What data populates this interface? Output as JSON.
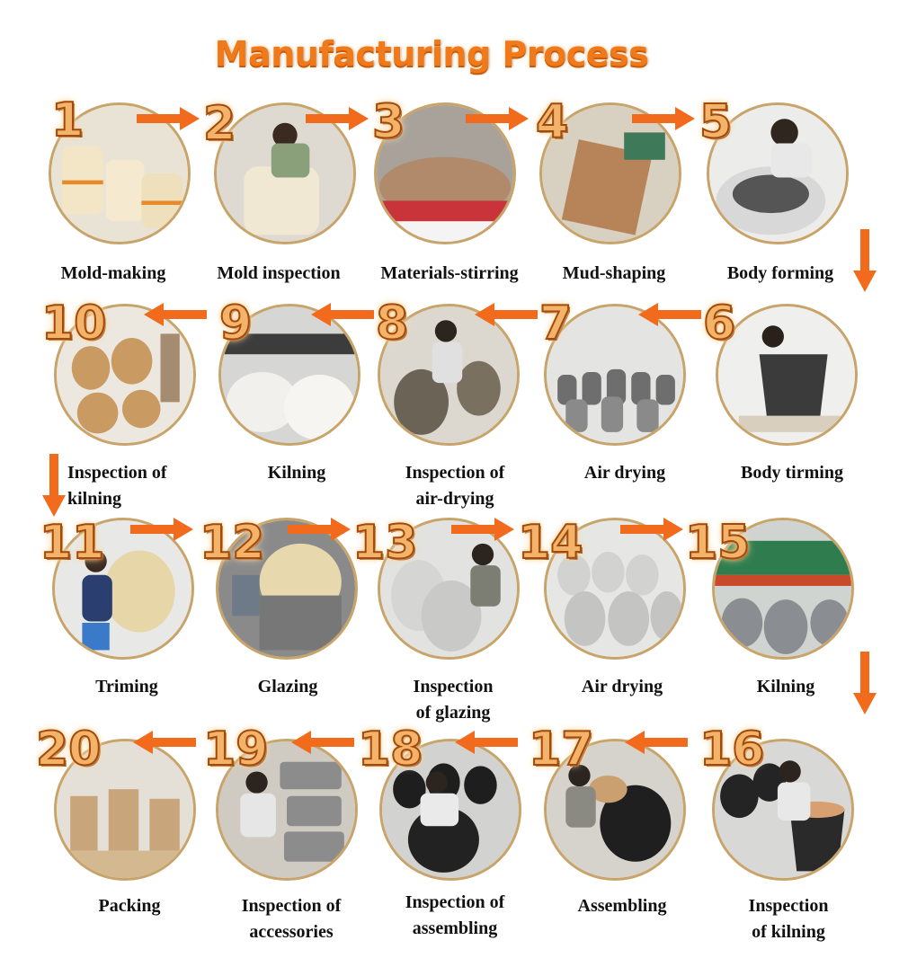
{
  "title": "Manufacturing Process",
  "colors": {
    "accent": "#f07a1a",
    "arrow": "#f26a1b",
    "ring": "#c8a46a"
  },
  "steps": [
    {
      "num": "1",
      "lines": [
        "Mold-making"
      ]
    },
    {
      "num": "2",
      "lines": [
        "Mold inspection"
      ]
    },
    {
      "num": "3",
      "lines": [
        "Materials-stirring"
      ]
    },
    {
      "num": "4",
      "lines": [
        "Mud-shaping"
      ]
    },
    {
      "num": "5",
      "lines": [
        "Body forming"
      ]
    },
    {
      "num": "6",
      "lines": [
        "Body tirming"
      ]
    },
    {
      "num": "7",
      "lines": [
        "Air drying"
      ]
    },
    {
      "num": "8",
      "lines": [
        "Inspection of",
        "air-drying"
      ]
    },
    {
      "num": "9",
      "lines": [
        "Kilning"
      ]
    },
    {
      "num": "10",
      "lines": [
        "Inspection of",
        "kilning"
      ]
    },
    {
      "num": "11",
      "lines": [
        "Triming"
      ]
    },
    {
      "num": "12",
      "lines": [
        "Glazing"
      ]
    },
    {
      "num": "13",
      "lines": [
        "Inspection",
        "of glazing"
      ]
    },
    {
      "num": "14",
      "lines": [
        "Air drying"
      ]
    },
    {
      "num": "15",
      "lines": [
        "Kilning"
      ]
    },
    {
      "num": "16",
      "lines": [
        "Inspection",
        "of kilning"
      ]
    },
    {
      "num": "17",
      "lines": [
        "Assembling"
      ]
    },
    {
      "num": "18",
      "lines": [
        "Inspection of",
        "assembling"
      ]
    },
    {
      "num": "19",
      "lines": [
        "Inspection of",
        "accessories"
      ]
    },
    {
      "num": "20",
      "lines": [
        "Packing"
      ]
    }
  ]
}
